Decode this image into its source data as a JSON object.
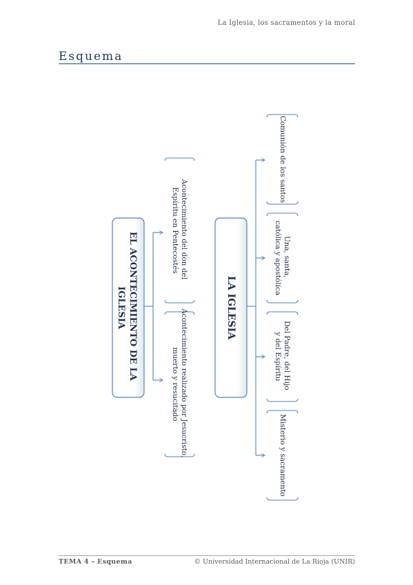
{
  "header": {
    "running_title": "La Iglesia, los sacramentos y la moral"
  },
  "page": {
    "section_title": "Esquema"
  },
  "diagram": {
    "box_acontecimiento": [
      "EL ACONTECIMIENTO DE LA",
      "IGLESIA"
    ],
    "box_iglesia": "LA IGLESIA",
    "item_jesucristo": [
      "Acontecimiento realizado por Jesucristo,",
      "muerto y resucitado"
    ],
    "item_espiritu": [
      "Acontecimiento del don del",
      "Espíritu en Pentecostés"
    ],
    "item_misterio": "Misterio y sacramento",
    "item_padre": [
      "Del Padre, del Hijo",
      "y del Espíritu"
    ],
    "item_notas": [
      "Una, santa,",
      "católica y apostólica"
    ],
    "item_comunion": "Comunión de los santos",
    "colors": {
      "box_border": "#4f81bd",
      "connector": "#4f81bd",
      "box_fill": "#ffffff",
      "text": "#1f2d4a"
    }
  },
  "footer": {
    "left": "TEMA 4 – Esquema",
    "right": "© Universidad Internacional de La Rioja (UNIR)"
  }
}
